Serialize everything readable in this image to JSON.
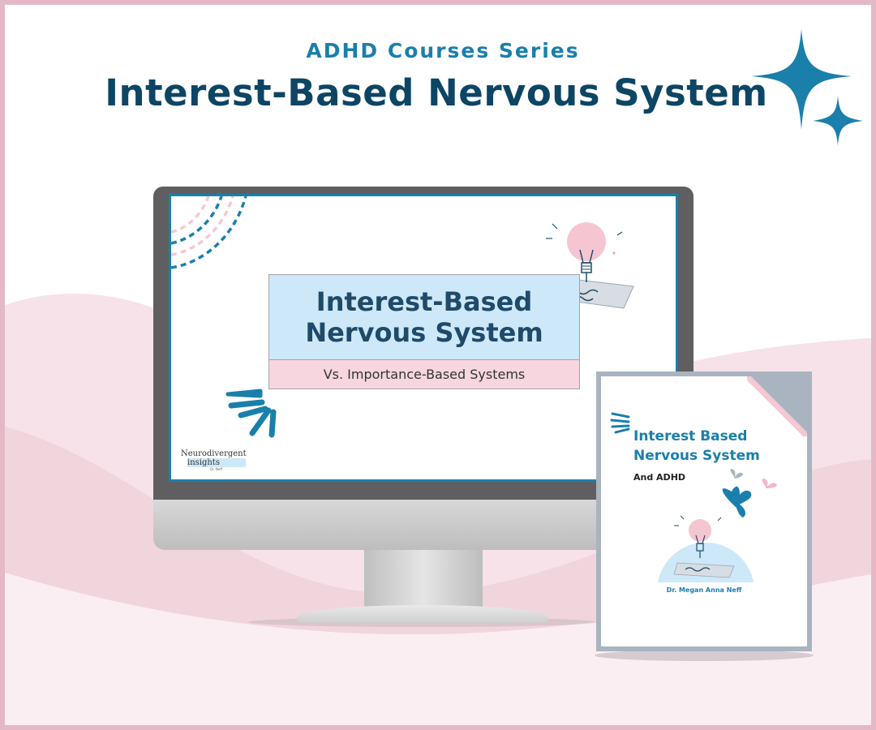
{
  "header": {
    "series": "ADHD Courses Series",
    "title": "Interest-Based Nervous System"
  },
  "slide": {
    "title_line1": "Interest-Based",
    "title_line2": "Nervous System",
    "subtitle": "Vs. Importance-Based Systems",
    "logo_line1": "Neurodivergent",
    "logo_line2": "insights",
    "logo_line3": "Dr. Neff"
  },
  "booklet": {
    "title_line1": "Interest Based",
    "title_line2": "Nervous System",
    "subtitle": "And ADHD",
    "author": "Dr. Megan Anna Neff"
  },
  "colors": {
    "accent_blue": "#1a7fab",
    "title_navy": "#0d4564",
    "pink": "#f4c9d4",
    "light_blue": "#cde8f8",
    "frame_border": "#e4b8c6"
  },
  "icons": [
    "sparkle-icon",
    "lightbulb-icon",
    "butterfly-icon",
    "sunburst-icon",
    "dashed-arc-icon"
  ]
}
